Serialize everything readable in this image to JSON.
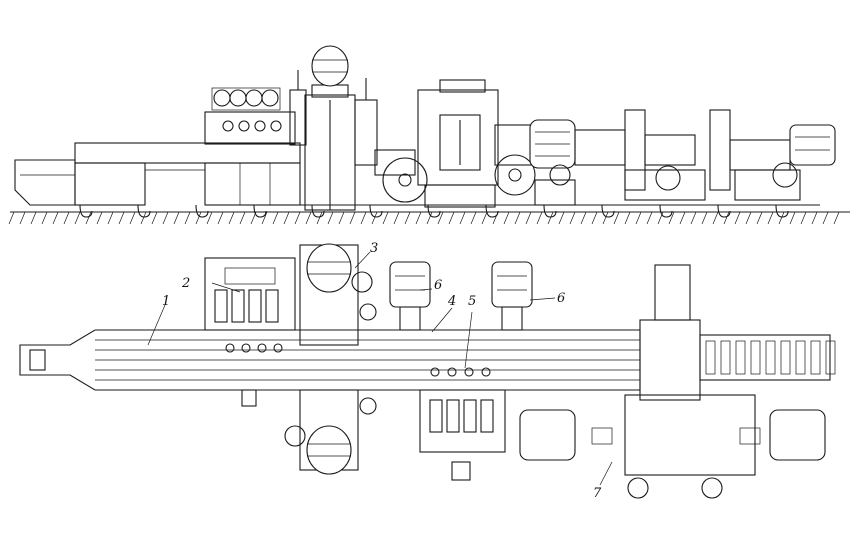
{
  "callouts": {
    "c1": "1",
    "c2": "2",
    "c3": "3",
    "c4": "4",
    "c5": "5",
    "c6a": "6",
    "c6b": "6",
    "c7": "7"
  },
  "colors": {
    "line": "#1a1a1a",
    "background": "#ffffff"
  }
}
